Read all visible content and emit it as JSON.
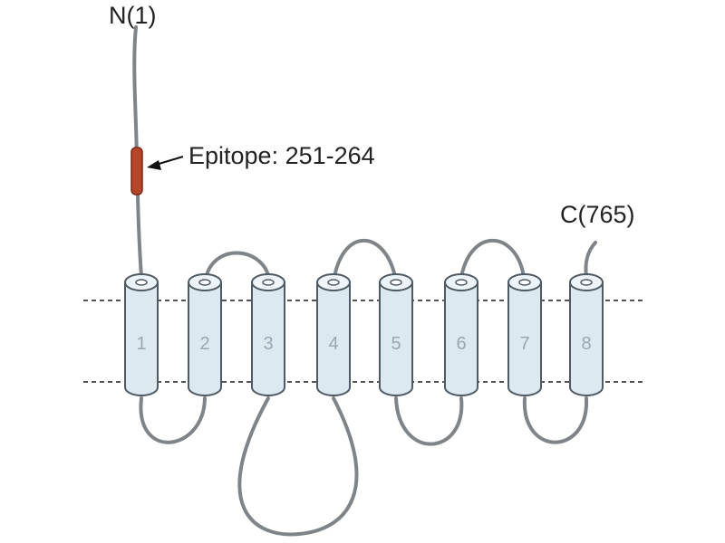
{
  "n_terminus_label": "N(1)",
  "c_terminus_label": "C(765)",
  "epitope_label": "Epitope: 251-264",
  "helices": [
    "1",
    "2",
    "3",
    "4",
    "5",
    "6",
    "7",
    "8"
  ],
  "colors": {
    "helix_fill": "#dce9f1",
    "helix_outline": "#4f5a63",
    "loop": "#7f8489",
    "epitope": "#b6452a",
    "membrane": "#555555"
  }
}
